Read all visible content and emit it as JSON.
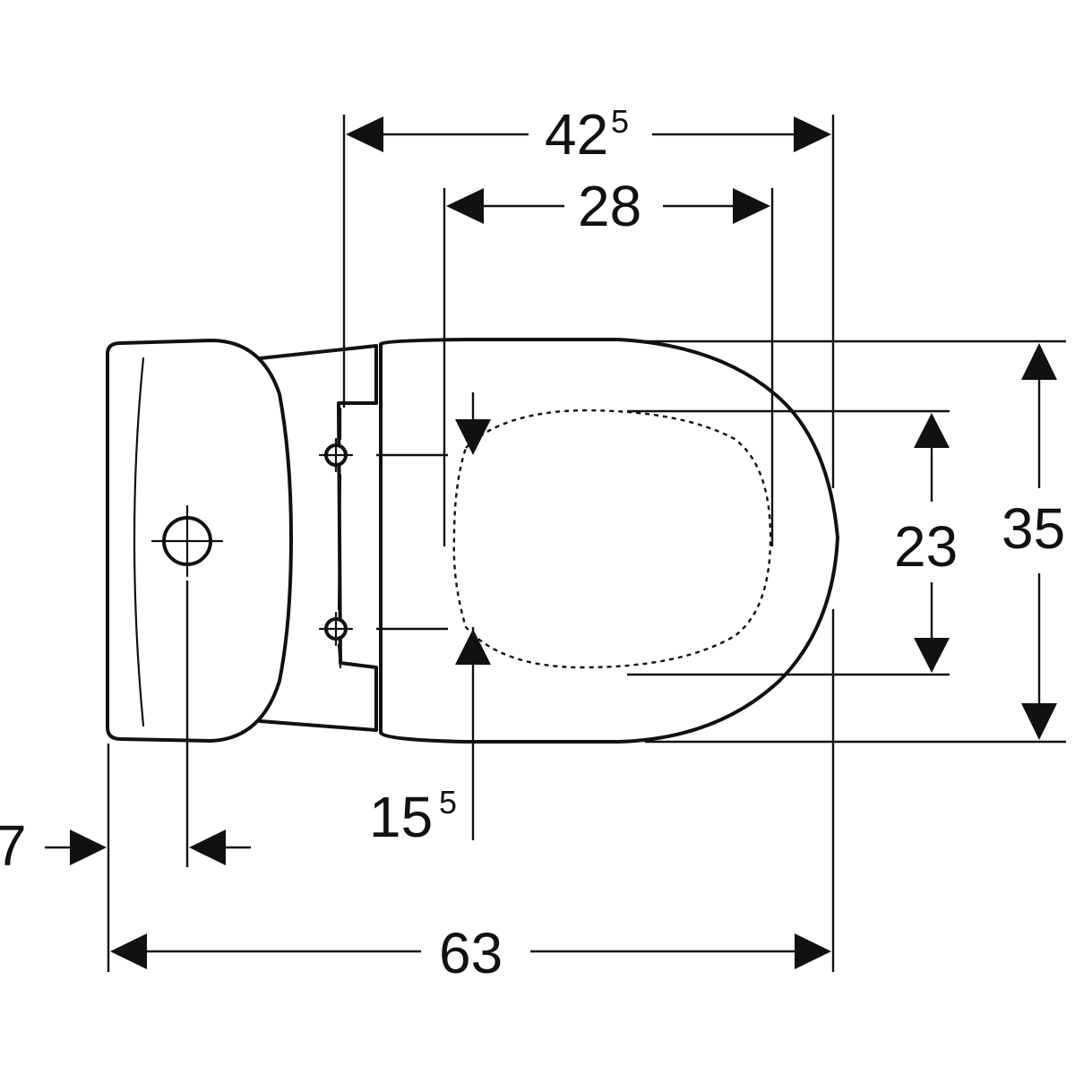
{
  "dimensions": {
    "overall_top": {
      "value": "42",
      "superscript": "5"
    },
    "seat_width": {
      "value": "28"
    },
    "inner_depth": {
      "value": "23"
    },
    "overall_depth": {
      "value": "35"
    },
    "hinge_offset": {
      "value": "15",
      "superscript": "5"
    },
    "tank_inset": {
      "value": "7"
    },
    "overall_length": {
      "value": "63"
    }
  },
  "colors": {
    "line": "#111111",
    "background": "#ffffff"
  }
}
